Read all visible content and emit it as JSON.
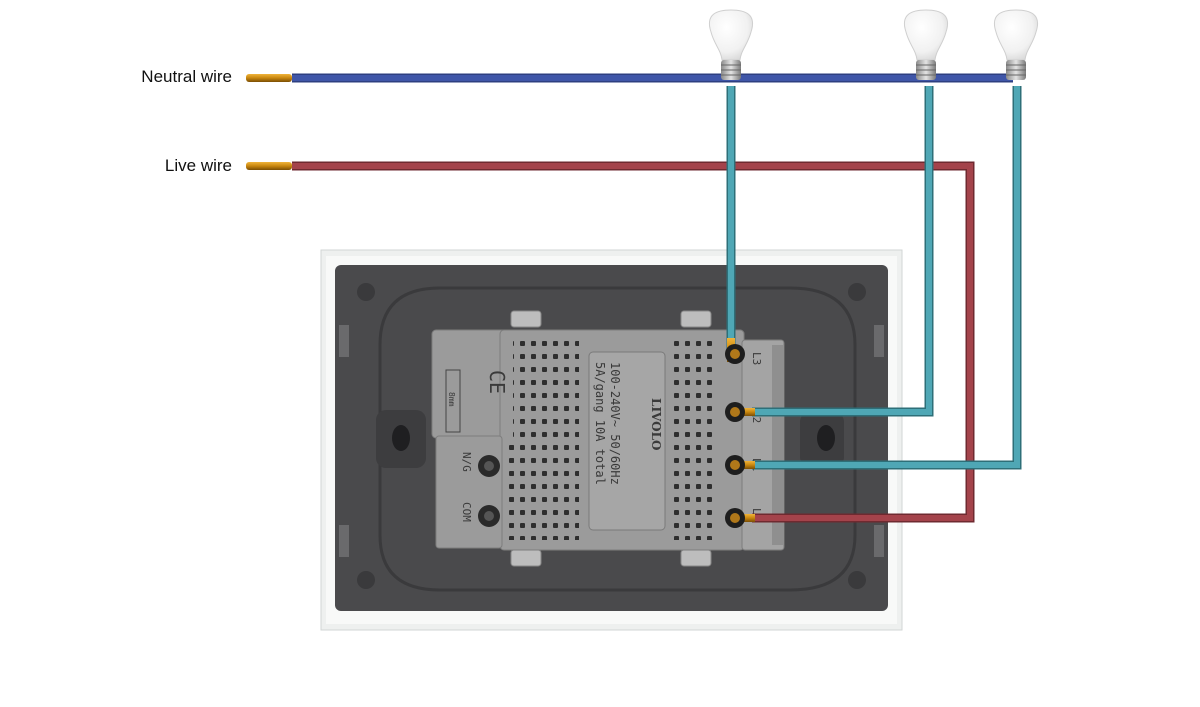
{
  "labels": {
    "neutral": "Neutral wire",
    "live": "Live wire"
  },
  "module": {
    "voltage": "100-240V~   50/60Hz",
    "rating": "5A/gang  10A total",
    "brand": "LIVOLO",
    "ce": "CE",
    "strip_gauge": "8mm",
    "terminals": [
      "L3",
      "L2",
      "L1",
      "L"
    ],
    "side_terminals": [
      "N/G",
      "COM"
    ]
  },
  "colors": {
    "neutral": "#3f56a8",
    "live": "#a4434b",
    "load": "#4fa7b5",
    "plate": "#4a4a4c",
    "frame": "#eef0ef",
    "module": "#9b9b9b",
    "copper": "#c8860e"
  },
  "icons": [
    "bulb-icon",
    "ce-mark-icon",
    "screw-icon"
  ]
}
